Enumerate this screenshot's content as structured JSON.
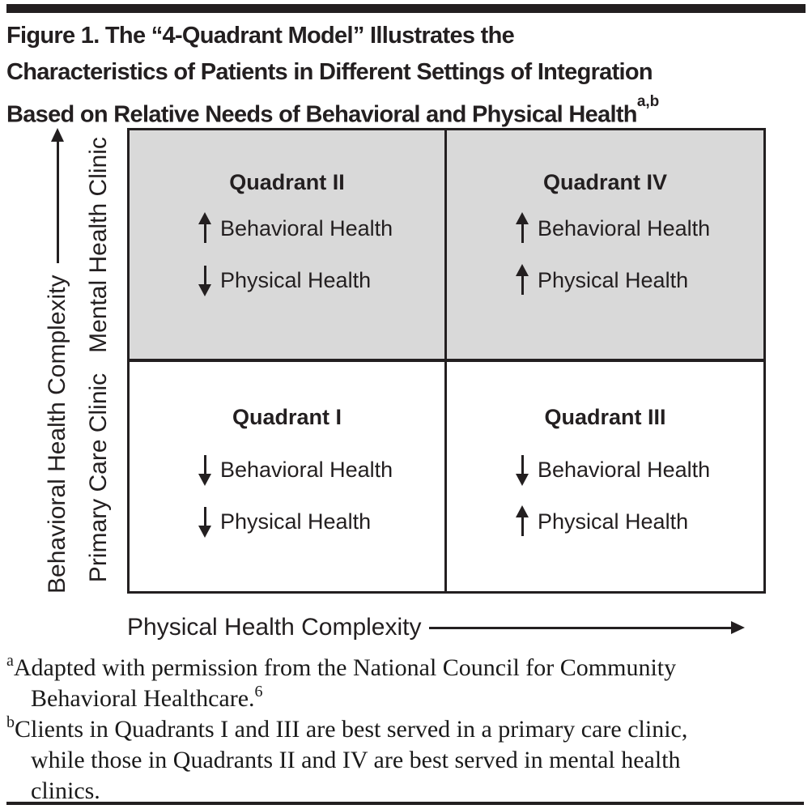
{
  "title": {
    "text": "Figure 1. The “4-Quadrant Model” Illustrates the\nCharacteristics of Patients in Different Settings of Integration\nBased on Relative Needs of Behavioral and Physical Health",
    "superscript": "a,b"
  },
  "axes": {
    "y": {
      "label": "Behavioral Health Complexity"
    },
    "x": {
      "label": "Physical Health Complexity"
    }
  },
  "clinic_labels": {
    "mental": "Mental Health Clinic",
    "primary": "Primary Care Clinic"
  },
  "quadrants": {
    "q2": {
      "title": "Quadrant II",
      "items": [
        {
          "direction": "up",
          "label": "Behavioral Health"
        },
        {
          "direction": "down",
          "label": "Physical Health"
        }
      ]
    },
    "q4": {
      "title": "Quadrant IV",
      "items": [
        {
          "direction": "up",
          "label": "Behavioral Health"
        },
        {
          "direction": "up",
          "label": "Physical Health"
        }
      ]
    },
    "q1": {
      "title": "Quadrant I",
      "items": [
        {
          "direction": "down",
          "label": "Behavioral Health"
        },
        {
          "direction": "down",
          "label": "Physical Health"
        }
      ]
    },
    "q3": {
      "title": "Quadrant III",
      "items": [
        {
          "direction": "down",
          "label": "Behavioral Health"
        },
        {
          "direction": "up",
          "label": "Physical Health"
        }
      ]
    }
  },
  "footnotes": {
    "a": {
      "marker": "a",
      "line1": "Adapted with permission from the National Council for Community",
      "line2": "Behavioral Healthcare.",
      "ref": "6"
    },
    "b": {
      "marker": "b",
      "line1": "Clients in Quadrants I and III are best served in a primary care clinic,",
      "line2": "while those in Quadrants II and IV are best served in mental health",
      "line3": "clinics."
    }
  },
  "colors": {
    "ink": "#231f20",
    "quadrant_shaded": "#d9d9d9",
    "quadrant_unshaded": "#ffffff"
  }
}
